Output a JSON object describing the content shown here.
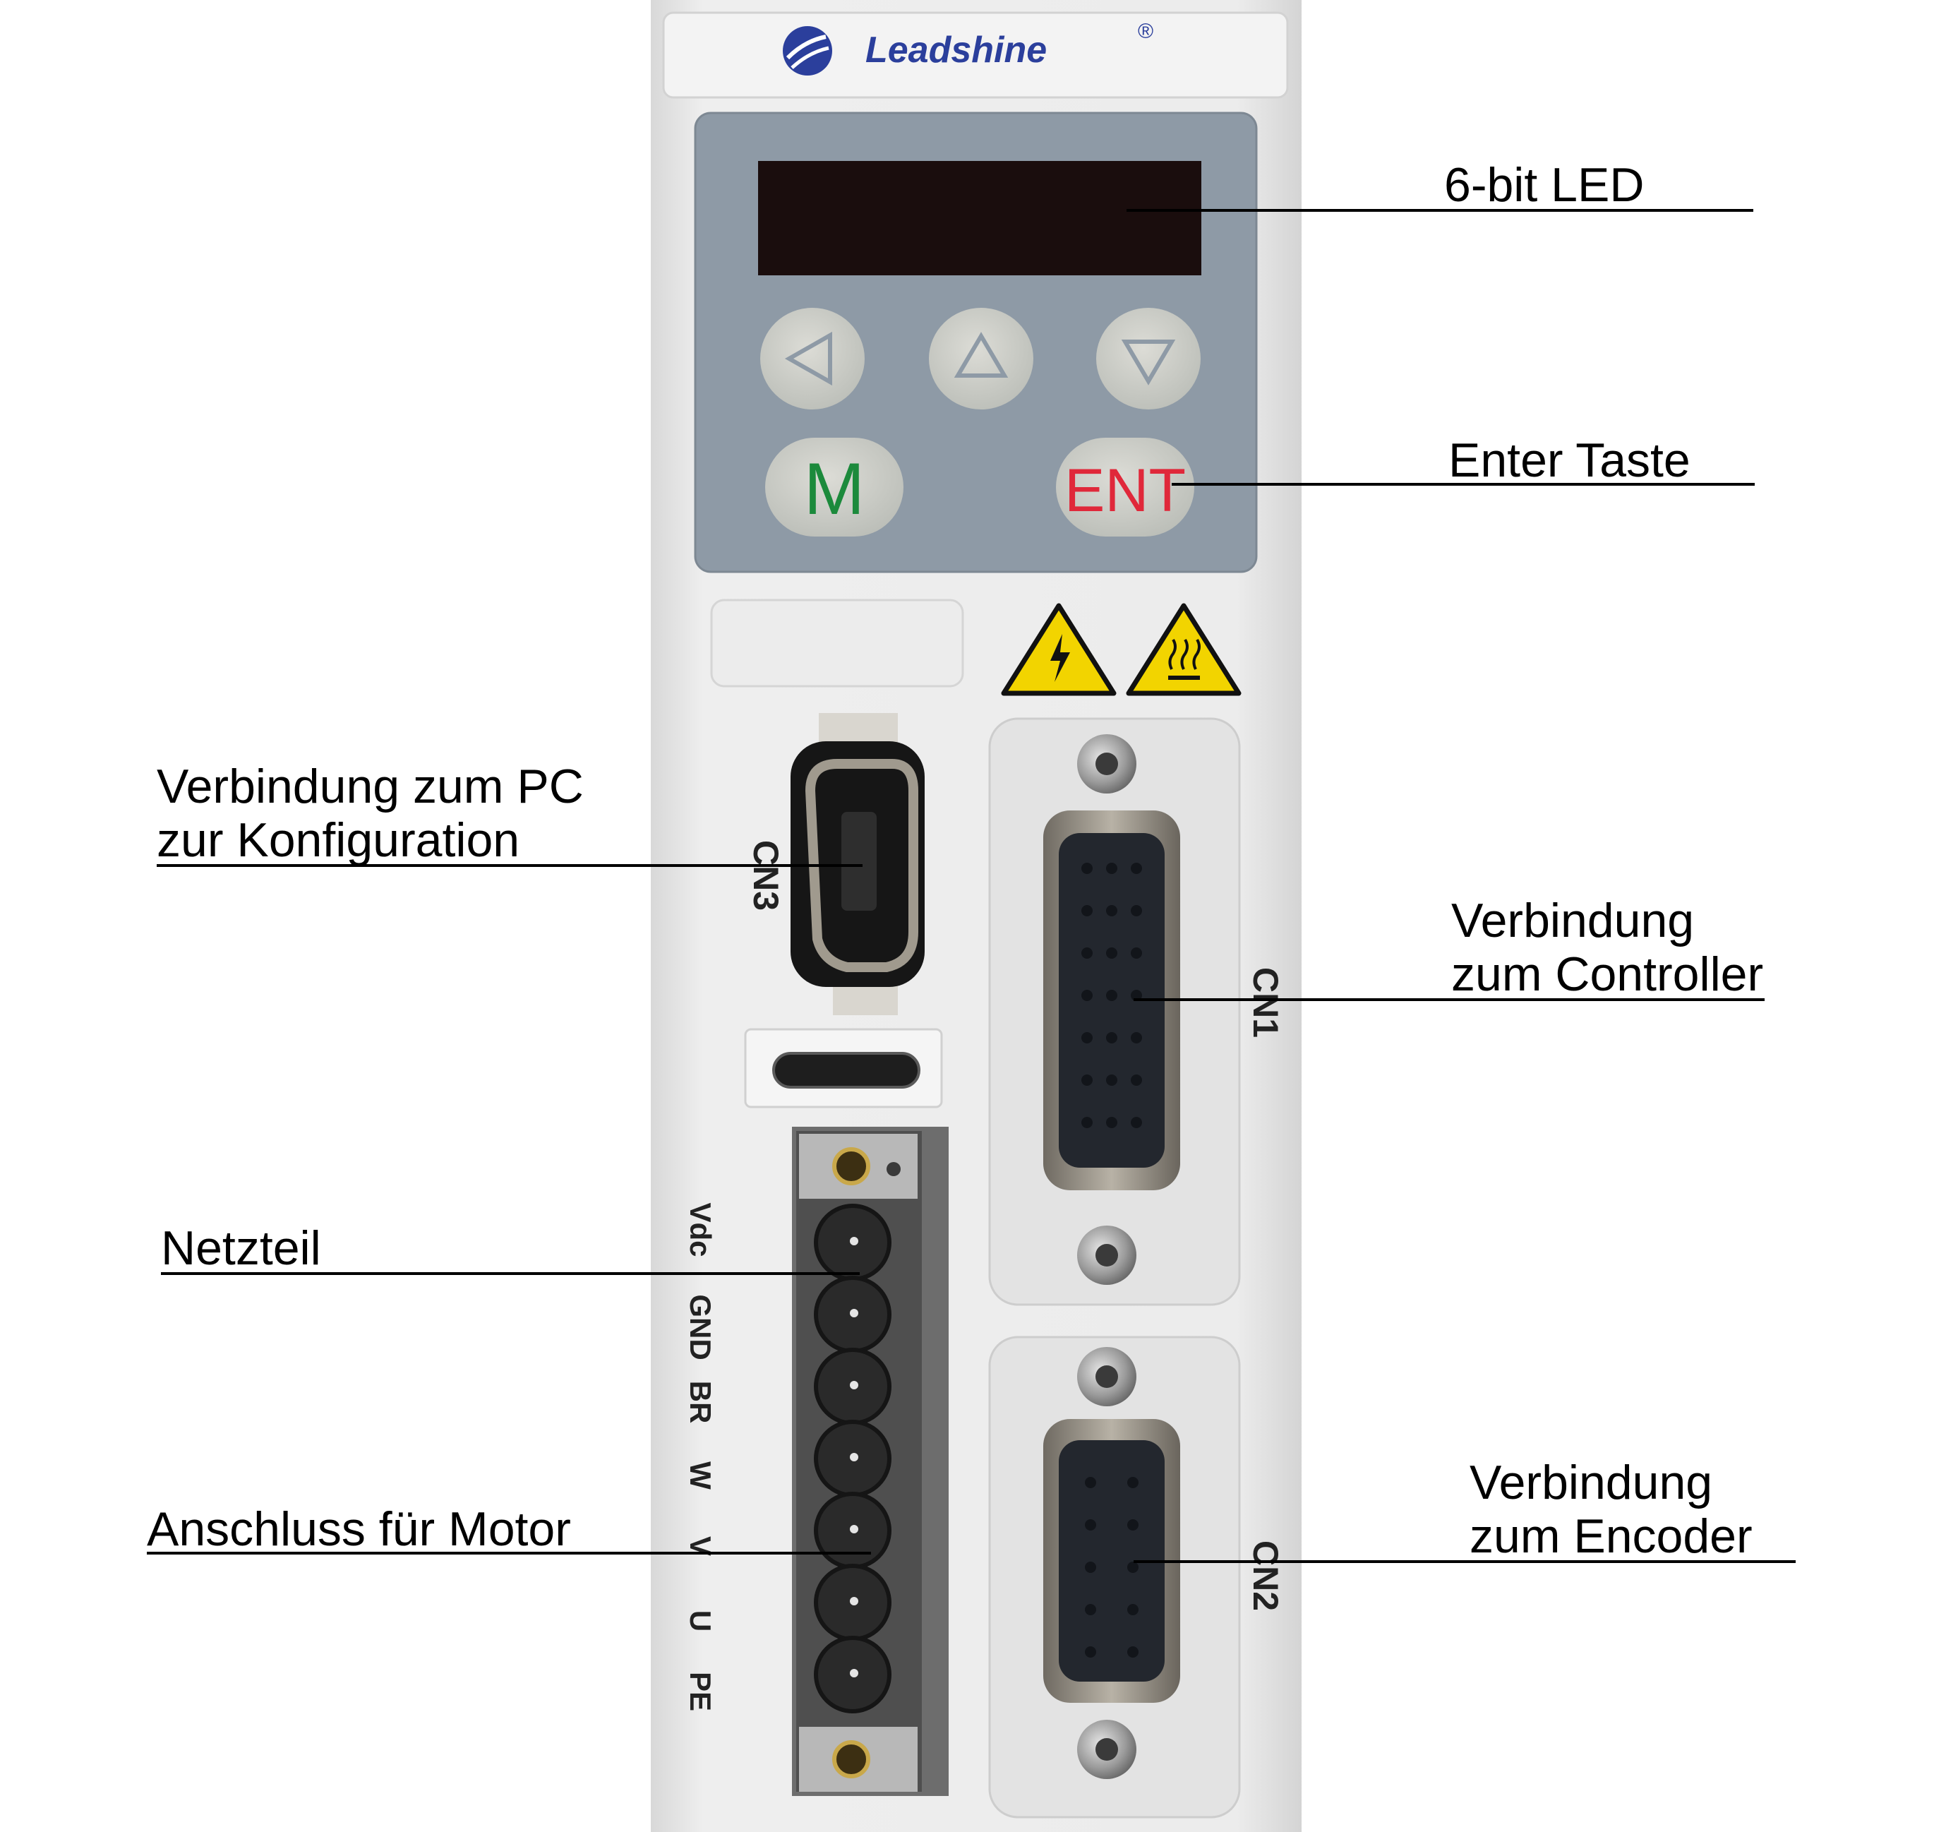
{
  "device": {
    "brand": "Leadshine",
    "brand_mark": "®",
    "keys": {
      "mode": "M",
      "enter": "ENT"
    },
    "ports": {
      "cn1": "CN1",
      "cn2": "CN2",
      "cn3": "CN3"
    },
    "terminals": [
      "Vdc",
      "GND",
      "BR",
      "W",
      "V",
      "U",
      "PE"
    ],
    "colors": {
      "housing": "#e9e9e9",
      "keypad": "#8e9aa6",
      "display": "#1a0d0d",
      "mode_key": "#1c8a3c",
      "enter_key": "#e0283a",
      "warning": "#f2d400"
    }
  },
  "labels": {
    "led": "6-bit LED",
    "enter": "Enter Taste",
    "pc_line1": "Verbindung zum PC",
    "pc_line2": "zur Konfiguration",
    "controller_line1": "Verbindung",
    "controller_line2": "zum Controller",
    "power": "Netzteil",
    "motor": "Anschluss für Motor",
    "encoder_line1": "Verbindung",
    "encoder_line2": "zum Encoder"
  }
}
